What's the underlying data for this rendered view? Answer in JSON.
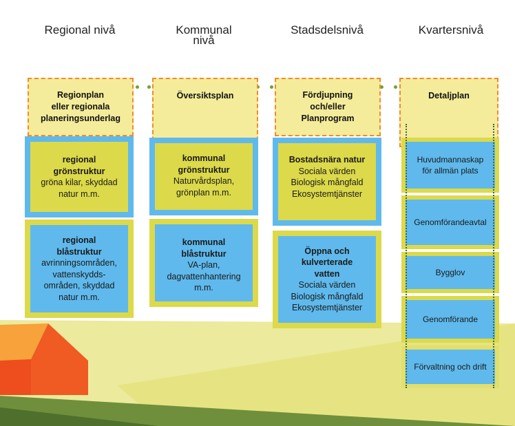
{
  "headers": [
    "Regional nivå",
    "Kommunal nivå",
    "Stadsdelsnivå",
    "Kvartersnivå"
  ],
  "headers_lines": [
    [
      "Regional nivå"
    ],
    [
      "Kommunal",
      "nivå"
    ],
    [
      "Stadsdelsnivå"
    ],
    [
      "Kvartersnivå"
    ]
  ],
  "plans": [
    [
      "Regionplan",
      "eller regionala",
      "planeringsunderlag"
    ],
    [
      "Översiktsplan"
    ],
    [
      "Fördjupning",
      "och/eller",
      "Planprogram"
    ],
    [
      "Detaljplan"
    ]
  ],
  "regional": {
    "gron": {
      "title": [
        "regional",
        "grönstruktur"
      ],
      "body": [
        "gröna kilar, skyddad",
        "natur m.m."
      ]
    },
    "bla": {
      "title": [
        "regional",
        "blåstruktur"
      ],
      "body": [
        "avrinningsområden,",
        "vattenskydds-",
        "områden, skyddad",
        "natur m.m."
      ]
    }
  },
  "kommunal": {
    "gron": {
      "title": [
        "kommunal",
        "grönstruktur"
      ],
      "body": [
        "Naturvårdsplan,",
        "grönplan m.m."
      ]
    },
    "bla": {
      "title": [
        "kommunal",
        "blåstruktur"
      ],
      "body": [
        "VA-plan,",
        "dagvattenhantering",
        "m.m."
      ]
    }
  },
  "stadsdel": {
    "natur": {
      "title": [
        "Bostadsnära natur"
      ],
      "body": [
        "Sociala värden",
        "Biologisk mångfald",
        "Ekosystemtjänster"
      ]
    },
    "vatten": {
      "title": [
        "Öppna och",
        "kulverterade",
        "vatten"
      ],
      "body": [
        "Sociala värden",
        "Biologisk mångfald",
        "Ekosystemtjänster"
      ]
    }
  },
  "kvarter": [
    [
      "Huvudmannaskap",
      "för allmän plats"
    ],
    [
      "Genomförandeavtal"
    ],
    [
      "Bygglov"
    ],
    [
      "Genomförande"
    ],
    [
      "Förvaltning och drift"
    ]
  ],
  "colors": {
    "blue": "#5fb9ec",
    "yellow": "#dcd94a",
    "plan_fill": "#f4ec9a",
    "plan_border": "#f08a2c",
    "house_orange": "#f05a23",
    "house_light": "#f7a23a",
    "ground_yellow": "#e8e27a",
    "ground_green": "#6f8f3c"
  },
  "icons": [
    "house-shape",
    "landscape-ground"
  ]
}
